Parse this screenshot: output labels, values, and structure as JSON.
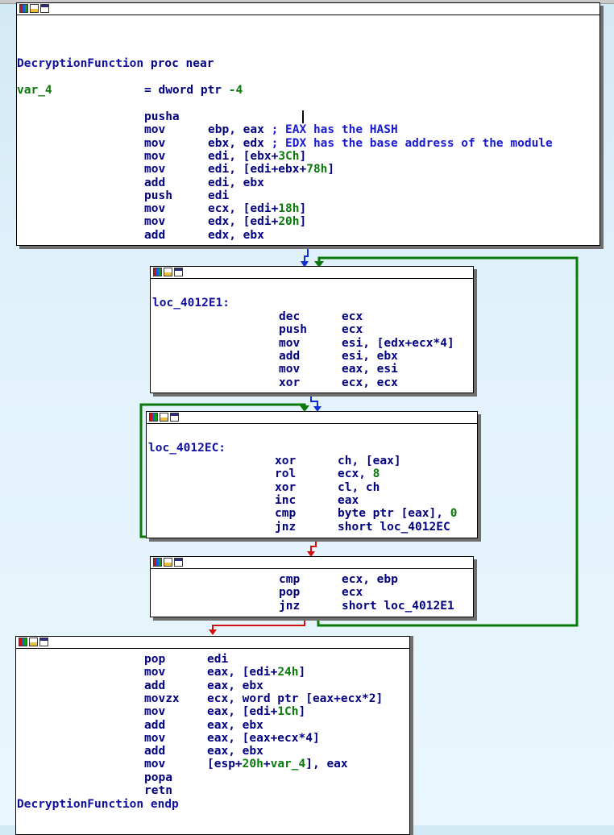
{
  "blocks": {
    "b1": {
      "proc_name": "DecryptionFunction",
      "proc_kw": "proc near",
      "var_name": "var_4",
      "var_def_prefix": "= dword ptr ",
      "var_def_val": "-4",
      "rows": [
        {
          "m": "pusha",
          "a": ""
        },
        {
          "m": "mov",
          "a": "ebp, eax",
          "c": "; EAX has the HASH"
        },
        {
          "m": "mov",
          "a": "ebx, edx",
          "c": "; EDX has the base address of the module"
        },
        {
          "m": "mov",
          "a": "edi, [ebx+",
          "h": "3Ch",
          "t": "]"
        },
        {
          "m": "mov",
          "a": "edi, [edi+ebx+",
          "h": "78h",
          "t": "]"
        },
        {
          "m": "add",
          "a": "edi, ebx"
        },
        {
          "m": "push",
          "a": "edi"
        },
        {
          "m": "mov",
          "a": "ecx, [edi+",
          "h": "18h",
          "t": "]"
        },
        {
          "m": "mov",
          "a": "edx, [edi+",
          "h": "20h",
          "t": "]"
        },
        {
          "m": "add",
          "a": "edx, ebx"
        }
      ]
    },
    "b2": {
      "label": "loc_4012E1:",
      "rows": [
        {
          "m": "dec",
          "a": "ecx"
        },
        {
          "m": "push",
          "a": "ecx"
        },
        {
          "m": "mov",
          "a": "esi, [edx+ecx*4]"
        },
        {
          "m": "add",
          "a": "esi, ebx"
        },
        {
          "m": "mov",
          "a": "eax, esi"
        },
        {
          "m": "xor",
          "a": "ecx, ecx"
        }
      ]
    },
    "b3": {
      "label": "loc_4012EC:",
      "rows": [
        {
          "m": "xor",
          "a": "ch, [eax]"
        },
        {
          "m": "rol",
          "a": "ecx, ",
          "h": "8"
        },
        {
          "m": "xor",
          "a": "cl, ch"
        },
        {
          "m": "inc",
          "a": "eax"
        },
        {
          "m": "cmp",
          "a": "byte ptr [eax], ",
          "h": "0"
        },
        {
          "m": "jnz",
          "a": "short loc_4012EC"
        }
      ]
    },
    "b4": {
      "rows": [
        {
          "m": "cmp",
          "a": "ecx, ebp"
        },
        {
          "m": "pop",
          "a": "ecx"
        },
        {
          "m": "jnz",
          "a": "short loc_4012E1"
        }
      ]
    },
    "b5": {
      "rows": [
        {
          "m": "pop",
          "a": "edi"
        },
        {
          "m": "mov",
          "a": "eax, [edi+",
          "h": "24h",
          "t": "]"
        },
        {
          "m": "add",
          "a": "eax, ebx"
        },
        {
          "m": "movzx",
          "a": "ecx, word ptr [eax+ecx*2]"
        },
        {
          "m": "mov",
          "a": "eax, [edi+",
          "h": "1Ch",
          "t": "]"
        },
        {
          "m": "add",
          "a": "eax, ebx"
        },
        {
          "m": "mov",
          "a": "eax, [eax+ecx*4]"
        },
        {
          "m": "add",
          "a": "eax, ebx"
        },
        {
          "m": "mov",
          "a": "[esp+",
          "h": "20h",
          "t": "+",
          "v": "var_4",
          "t2": "], eax"
        },
        {
          "m": "popa",
          "a": ""
        },
        {
          "m": "retn",
          "a": ""
        }
      ],
      "endp": "DecryptionFunction endp"
    }
  },
  "colors": {
    "edge_true": "#0a7a0a",
    "edge_false": "#d01010",
    "edge_next": "#1030d0"
  }
}
